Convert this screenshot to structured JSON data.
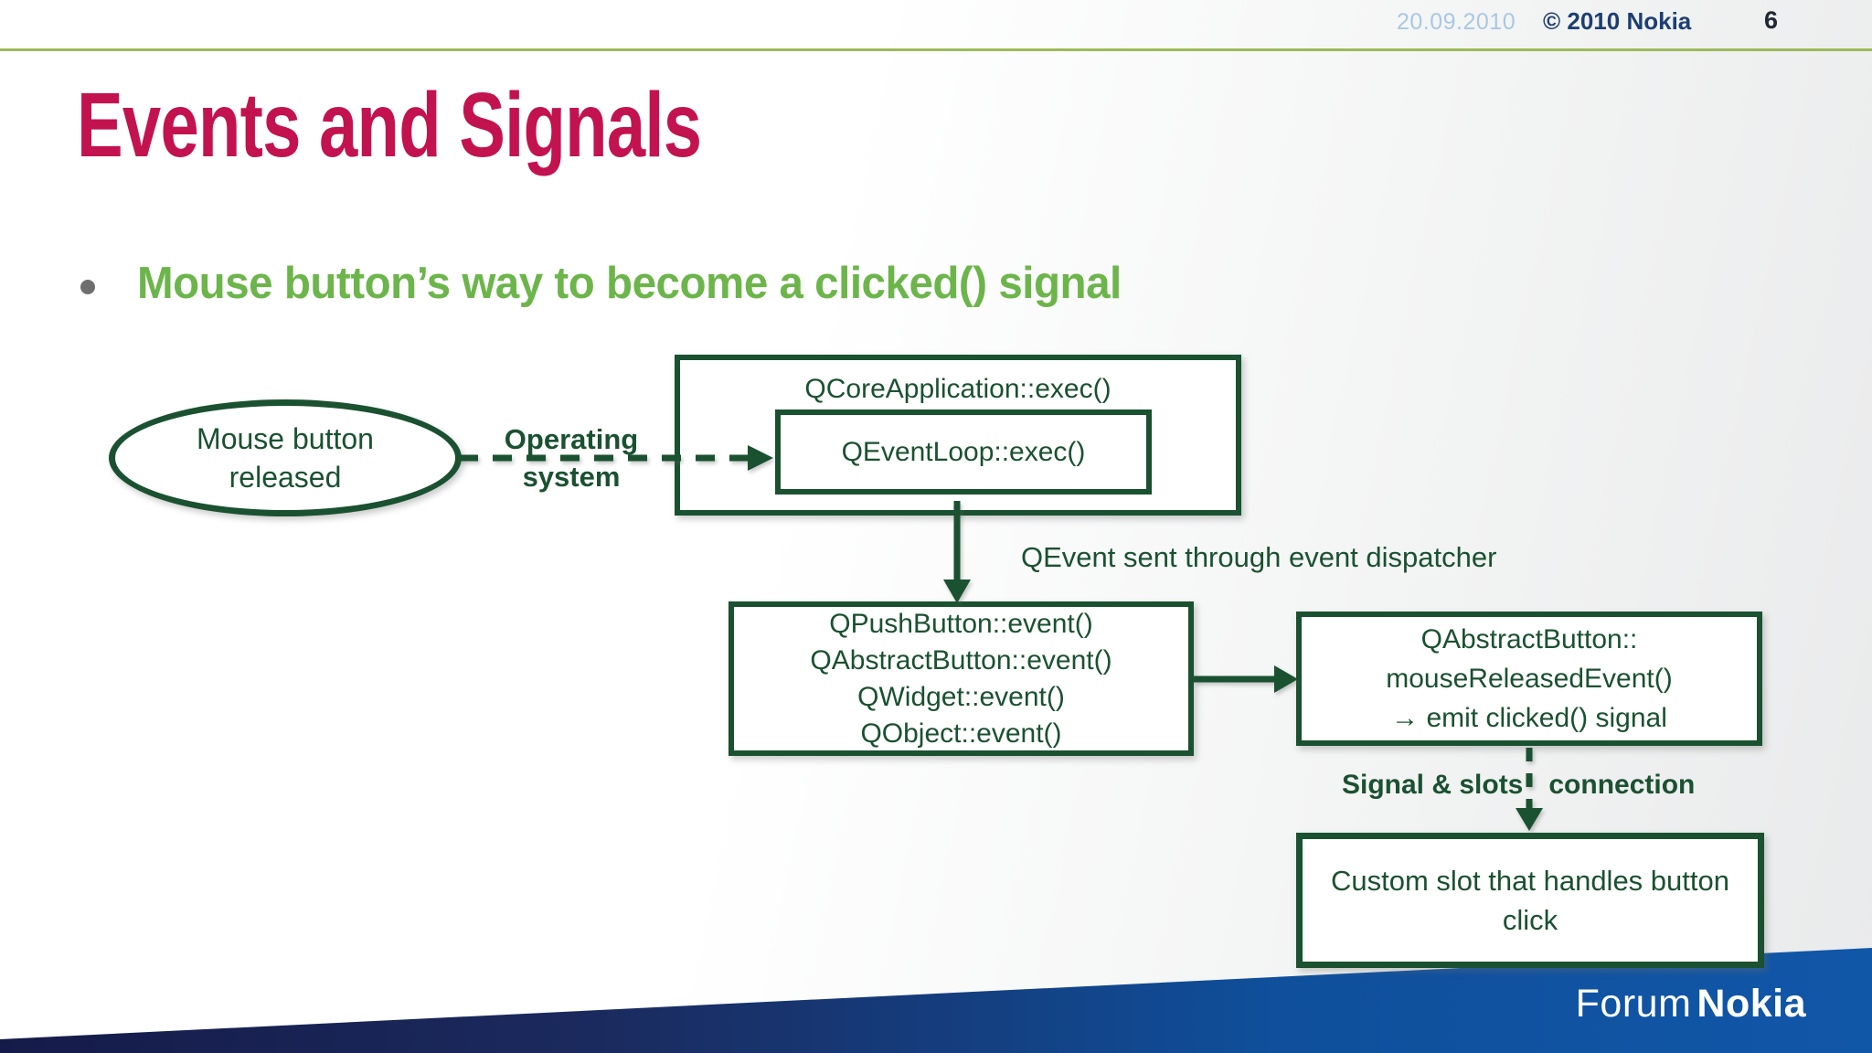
{
  "header": {
    "date": "20.09.2010",
    "copyright": "© 2010 Nokia",
    "page_number": "6"
  },
  "title": "Events and Signals",
  "bullet": {
    "text": "Mouse button’s way to become a clicked() signal"
  },
  "diagram": {
    "ellipse": {
      "line1": "Mouse button",
      "line2": "released"
    },
    "os_label": {
      "line1": "Operating",
      "line2": "system"
    },
    "outer_box": {
      "label": "QCoreApplication::exec()"
    },
    "inner_box": {
      "label": "QEventLoop::exec()"
    },
    "dispatcher_label": "QEvent sent through event dispatcher",
    "event_chain_box": {
      "lines": [
        "QPushButton::event()",
        "QAbstractButton::event()",
        "QWidget::event()",
        "QObject::event()"
      ]
    },
    "released_box": {
      "lines": [
        "QAbstractButton::",
        "mouseReleasedEvent()",
        "→ emit clicked() signal"
      ]
    },
    "signal_slots_label": {
      "left": "Signal & slots",
      "right": "connection"
    },
    "custom_slot_box": {
      "text": "Custom slot that handles button click"
    }
  },
  "footer": {
    "brand_light": "Forum",
    "brand_bold": "Nokia"
  },
  "colors": {
    "title": "#c3134e",
    "bullet_green": "#6cb54a",
    "diagram_green": "#1a5130",
    "header_rule_green": "#9cba5b",
    "header_date_blue": "#a9c8e2",
    "header_copy_blue": "#1d3e73",
    "banner_navy": "#151b49",
    "banner_blue": "#1157a8"
  }
}
